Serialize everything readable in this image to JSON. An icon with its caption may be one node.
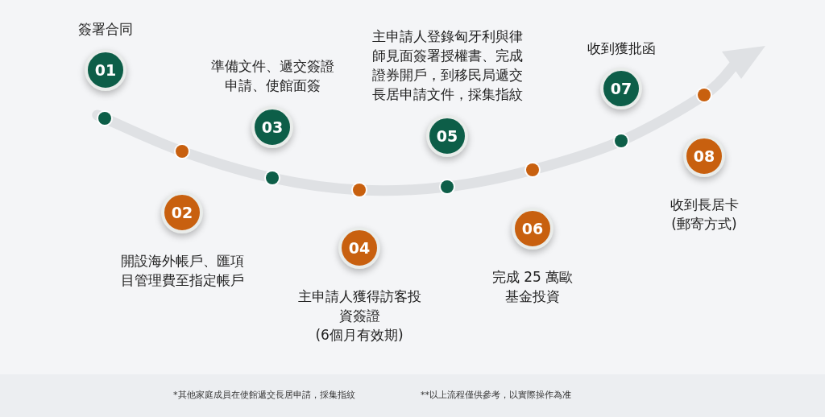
{
  "diagram": {
    "nodes": [
      {
        "text": [
          "簽署合同",
          "01"
        ]
      },
      {
        "text": [
          "02",
          "開設海外帳戶、匯項目管理費至指定帳戶"
        ]
      },
      {
        "text": [
          "準備文件、遞交簽證申請、使館面簽",
          "03"
        ]
      },
      {
        "text": [
          "04",
          "主申請人獲得訪客投資簽證",
          "(6個月有效期)"
        ]
      },
      {
        "text": [
          "主申請人登錄匈牙利與律師見面簽署授權書、完成證券開戶，到移民局遞交長居申請文件，採集指紋",
          "05"
        ]
      },
      {
        "text": [
          "06",
          "完成 25 萬歐基金投資"
        ]
      },
      {
        "text": [
          "收到獲批函",
          "07"
        ]
      },
      {
        "text": [
          "08",
          "收到長居卡",
          "(郵寄方式)"
        ]
      }
    ],
    "labels": [
      "*其他家庭成員在使館遞交長居申請，採集指紋",
      "**以上流程僅供參考，以實際操作為准"
    ]
  }
}
